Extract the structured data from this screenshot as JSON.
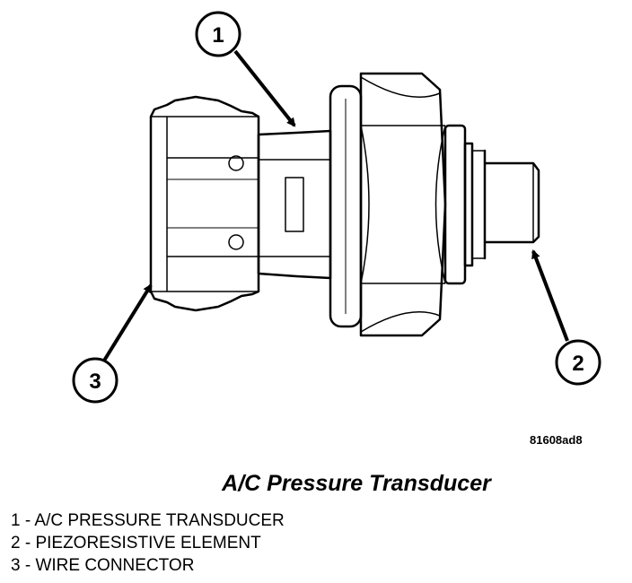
{
  "diagram": {
    "callouts": [
      {
        "number": "1"
      },
      {
        "number": "2"
      },
      {
        "number": "3"
      }
    ],
    "figure_code": "81608ad8"
  },
  "caption": "A/C Pressure Transducer",
  "legend": [
    {
      "text": "1 - A/C PRESSURE TRANSDUCER"
    },
    {
      "text": "2 - PIEZORESISTIVE ELEMENT"
    },
    {
      "text": "3 - WIRE CONNECTOR"
    }
  ]
}
